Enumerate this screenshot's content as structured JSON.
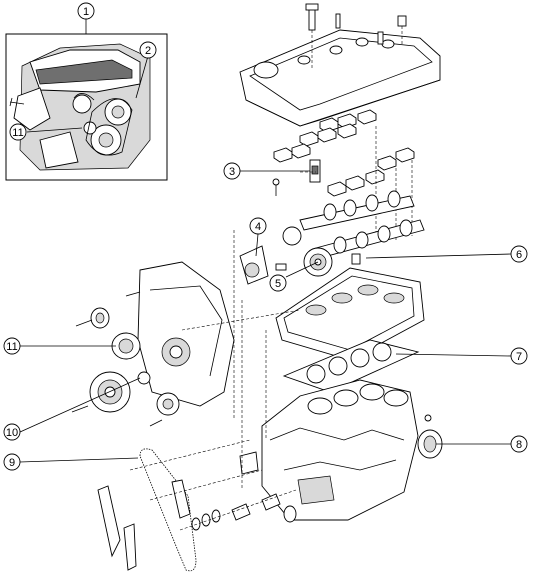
{
  "callouts": [
    {
      "id": "c1",
      "label": "1"
    },
    {
      "id": "c2",
      "label": "2"
    },
    {
      "id": "c11a",
      "label": "11"
    },
    {
      "id": "c3",
      "label": "3"
    },
    {
      "id": "c4",
      "label": "4"
    },
    {
      "id": "c5",
      "label": "5"
    },
    {
      "id": "c6",
      "label": "6"
    },
    {
      "id": "c7",
      "label": "7"
    },
    {
      "id": "c8",
      "label": "8"
    },
    {
      "id": "c9",
      "label": "9"
    },
    {
      "id": "c10",
      "label": "10"
    },
    {
      "id": "c11b",
      "label": "11"
    }
  ]
}
